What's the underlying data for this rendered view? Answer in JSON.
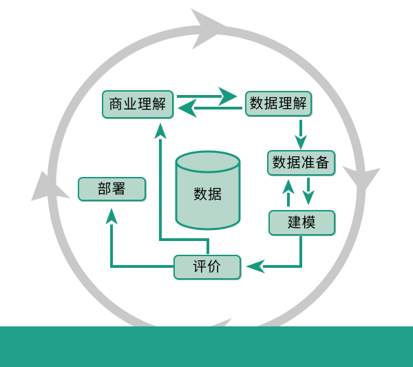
{
  "diagram": {
    "type": "process-cycle",
    "nodes": {
      "business_understanding": {
        "label": "商业理解"
      },
      "data_understanding": {
        "label": "数据理解"
      },
      "data_preparation": {
        "label": "数据准备"
      },
      "modeling": {
        "label": "建模"
      },
      "evaluation": {
        "label": "评价"
      },
      "deployment": {
        "label": "部署"
      },
      "data_store": {
        "label": "数据",
        "shape": "cylinder"
      }
    },
    "edges": [
      {
        "from": "business_understanding",
        "to": "data_understanding",
        "bidirectional": true
      },
      {
        "from": "data_understanding",
        "to": "data_preparation",
        "bidirectional": false
      },
      {
        "from": "data_preparation",
        "to": "modeling",
        "bidirectional": true
      },
      {
        "from": "modeling",
        "to": "evaluation",
        "bidirectional": false
      },
      {
        "from": "evaluation",
        "to": "deployment",
        "bidirectional": false
      },
      {
        "from": "evaluation",
        "to": "business_understanding",
        "bidirectional": false
      }
    ],
    "cycle_ring": {
      "direction": "clockwise",
      "arrowheads": [
        "top",
        "right",
        "bottom",
        "left"
      ],
      "color": "#c9c9c9"
    },
    "colors": {
      "arrow_teal": "#17997f",
      "box_fill": "#b7d7cb",
      "box_border": "#18987e",
      "ring_gray": "#c9c9c9",
      "footer_bar": "#21a08c",
      "text": "#000000",
      "background": "#ffffff"
    }
  }
}
